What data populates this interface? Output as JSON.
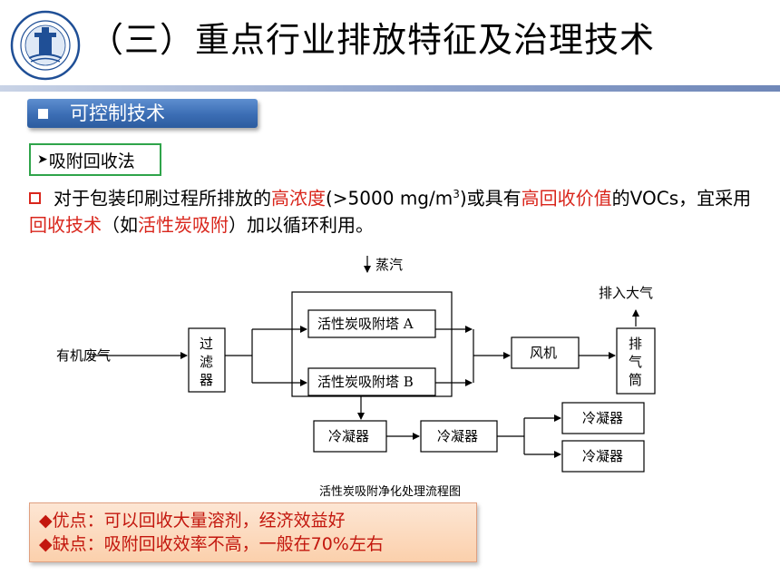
{
  "header": {
    "logo_icon": "university-seal-icon",
    "title": "（三）重点行业排放特征及治理技术"
  },
  "section": {
    "label": "可控制技术"
  },
  "method": {
    "label": "吸附回收法"
  },
  "paragraph": {
    "seg1": "对于包装印刷过程所排放的",
    "seg2": "高浓度",
    "seg3": "(>5000 mg/m",
    "sup": "3",
    "seg4": ")或具有",
    "seg5": "高回收价值",
    "seg6": "的VOCs，宜采用",
    "seg7": "回收技术",
    "seg8": "（如",
    "seg9": "活性炭吸附",
    "seg10": "）加以循环利用。"
  },
  "diagram": {
    "input": "有机废气",
    "filter": [
      "过",
      "滤",
      "器"
    ],
    "steam": "蒸汽",
    "tower_a": "活性炭吸附塔 A",
    "tower_b": "活性炭吸附塔 B",
    "fan": "风机",
    "stack": [
      "排",
      "气",
      "筒"
    ],
    "exhaust": "排入大气",
    "condenser": "冷凝器"
  },
  "caption": "活性炭吸附净化处理流程图",
  "pros": "◆优点：可以回收大量溶剂，经济效益好",
  "cons": "◆缺点：吸附回收效率不高，一般在70%左右",
  "colors": {
    "accent_red": "#d9261c",
    "tag_blue": "#3b6db4",
    "box_green": "#2fa44a"
  }
}
